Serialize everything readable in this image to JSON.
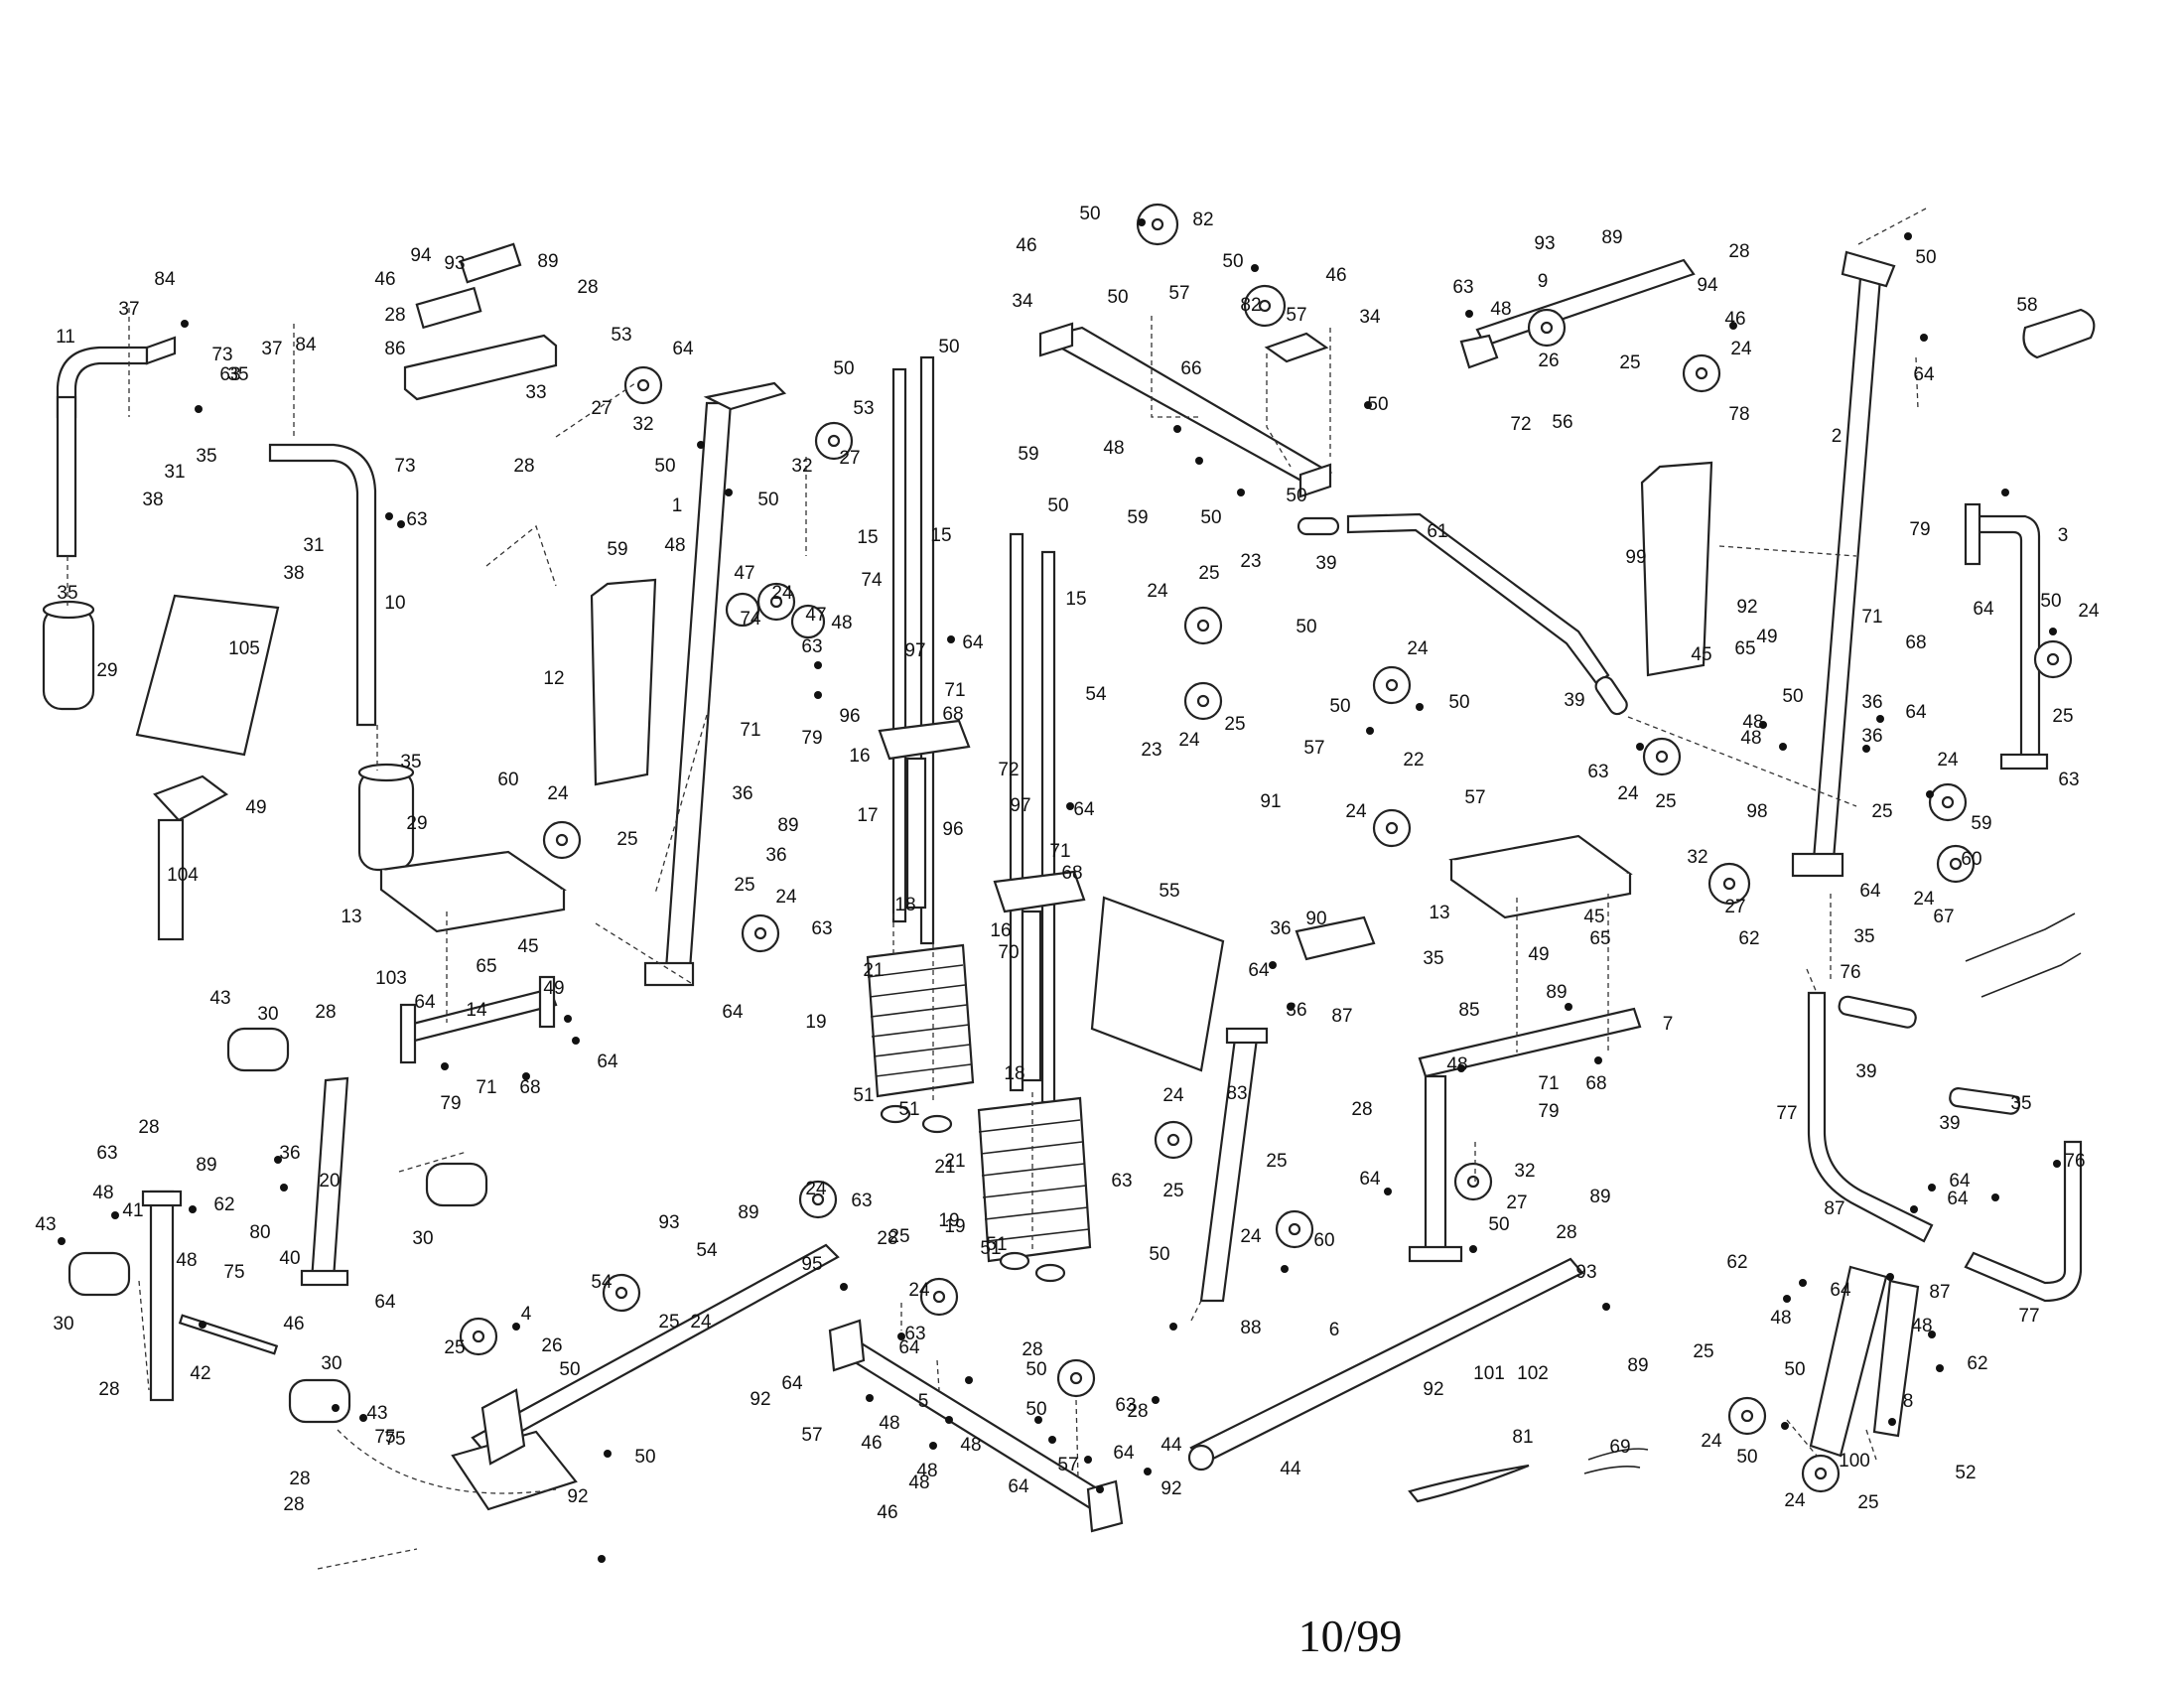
{
  "footer": {
    "page_code": "10/99"
  },
  "part_labels": [
    "84",
    "37",
    "73",
    "11",
    "63",
    "35",
    "31",
    "38",
    "35",
    "29",
    "94",
    "93",
    "89",
    "46",
    "28",
    "28",
    "86",
    "33",
    "28",
    "84",
    "37",
    "73",
    "63",
    "35",
    "31",
    "38",
    "10",
    "35",
    "29",
    "105",
    "49",
    "104",
    "53",
    "64",
    "27",
    "32",
    "50",
    "50",
    "50",
    "32",
    "53",
    "27",
    "1",
    "59",
    "48",
    "47",
    "24",
    "74",
    "47",
    "48",
    "63",
    "71",
    "79",
    "12",
    "60",
    "24",
    "25",
    "36",
    "89",
    "36",
    "25",
    "24",
    "63",
    "64",
    "13",
    "45",
    "65",
    "49",
    "43",
    "30",
    "28",
    "103",
    "64",
    "14",
    "64",
    "71",
    "68",
    "79",
    "28",
    "63",
    "48",
    "89",
    "36",
    "20",
    "62",
    "41",
    "43",
    "30",
    "80",
    "40",
    "30",
    "48",
    "75",
    "46",
    "64",
    "42",
    "28",
    "30",
    "43",
    "75",
    "28",
    "50",
    "15",
    "15",
    "15",
    "74",
    "97",
    "64",
    "96",
    "71",
    "68",
    "16",
    "17",
    "18",
    "21",
    "19",
    "51",
    "51",
    "50",
    "72",
    "97",
    "64",
    "96",
    "71",
    "68",
    "16",
    "70",
    "18",
    "21",
    "19",
    "51",
    "50",
    "82",
    "46",
    "34",
    "50",
    "57",
    "50",
    "82",
    "57",
    "46",
    "34",
    "66",
    "48",
    "59",
    "59",
    "50",
    "50",
    "50",
    "24",
    "25",
    "23",
    "50",
    "54",
    "23",
    "24",
    "25",
    "39",
    "61",
    "39",
    "24",
    "50",
    "22",
    "57",
    "50",
    "57",
    "24",
    "91",
    "55",
    "93",
    "89",
    "28",
    "63",
    "48",
    "9",
    "94",
    "46",
    "26",
    "25",
    "24",
    "72",
    "56",
    "78",
    "50",
    "58",
    "64",
    "2",
    "99",
    "79",
    "92",
    "71",
    "68",
    "65",
    "49",
    "45",
    "64",
    "3",
    "50",
    "24",
    "25",
    "63",
    "63",
    "24",
    "25",
    "48",
    "50",
    "48",
    "98",
    "36",
    "36",
    "64",
    "24",
    "25",
    "59",
    "32",
    "27",
    "62",
    "64",
    "24",
    "60",
    "13",
    "45",
    "65",
    "49",
    "36",
    "90",
    "64",
    "35",
    "36",
    "87",
    "85",
    "89",
    "7",
    "48",
    "71",
    "68",
    "79",
    "28",
    "32",
    "27",
    "64",
    "50",
    "89",
    "24",
    "83",
    "63",
    "25",
    "25",
    "24",
    "60",
    "50",
    "88",
    "35",
    "76",
    "67",
    "39",
    "77",
    "39",
    "35",
    "76",
    "64",
    "87",
    "87",
    "77",
    "64",
    "63",
    "24",
    "89",
    "93",
    "25",
    "54",
    "24",
    "25",
    "28",
    "95",
    "54",
    "26",
    "25",
    "4",
    "50",
    "92",
    "75",
    "50",
    "92",
    "28",
    "24",
    "63",
    "28",
    "64",
    "50",
    "64",
    "57",
    "48",
    "5",
    "46",
    "48",
    "50",
    "48",
    "63",
    "28",
    "46",
    "48",
    "57",
    "64",
    "64",
    "19",
    "21",
    "51",
    "28",
    "93",
    "6",
    "92",
    "101",
    "102",
    "89",
    "44",
    "92",
    "44",
    "81",
    "69",
    "62",
    "48",
    "64",
    "48",
    "62",
    "25",
    "50",
    "8",
    "24",
    "50",
    "100",
    "52",
    "24",
    "25"
  ]
}
